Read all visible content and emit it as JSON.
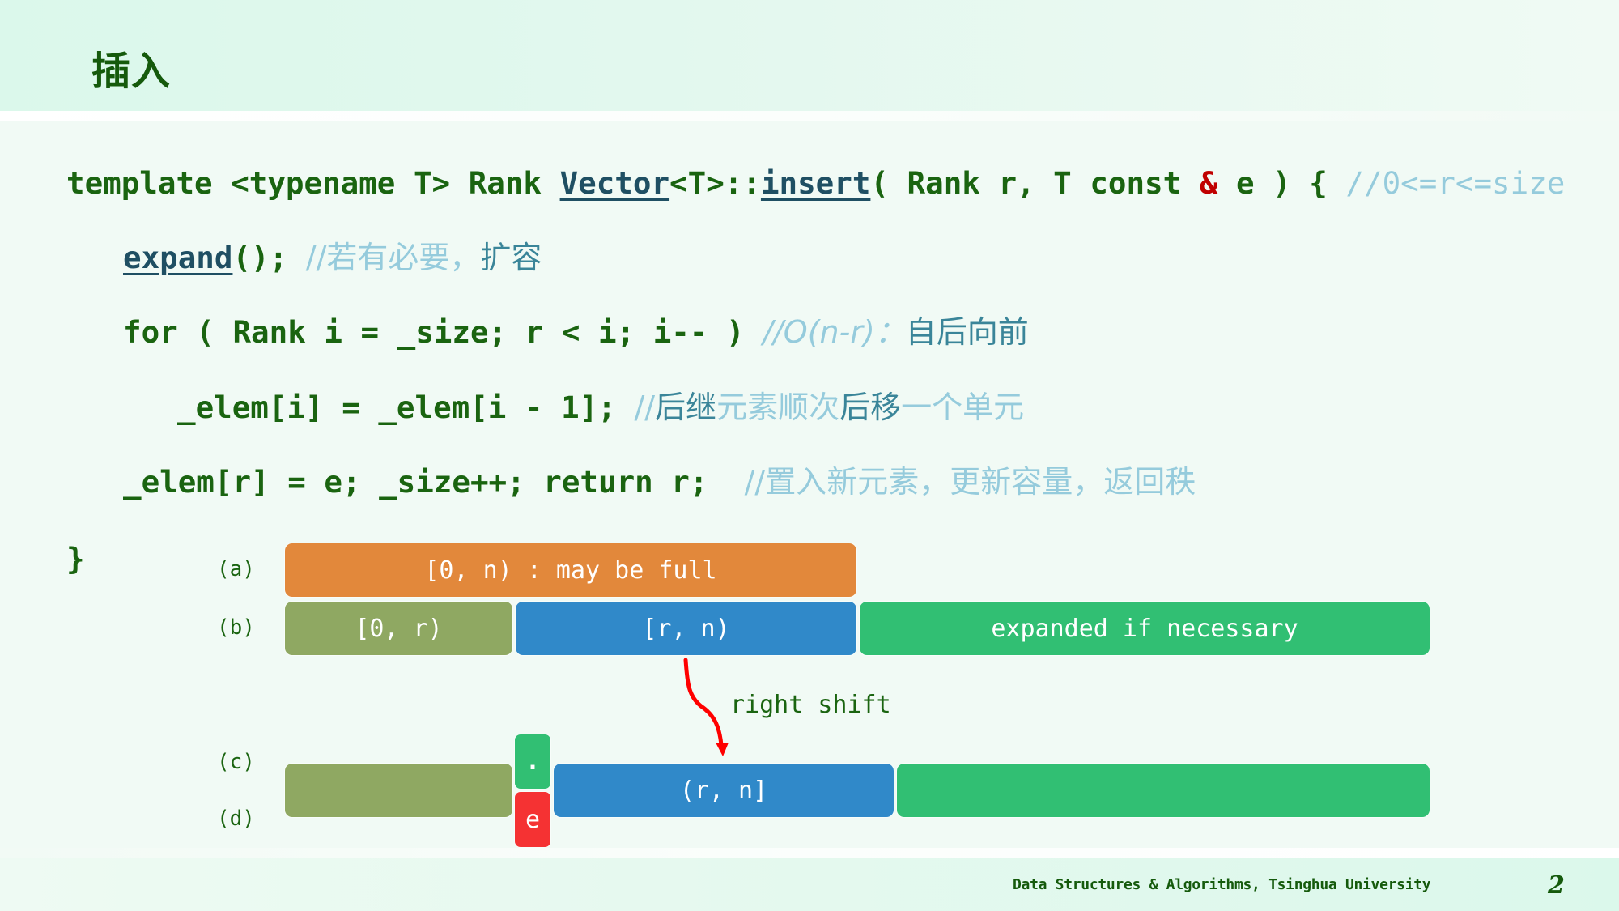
{
  "slide": {
    "title": "插入",
    "footer": "Data Structures & Algorithms, Tsinghua University",
    "page_number": "2"
  },
  "code": {
    "line1": {
      "kw1": "template <typename T> Rank ",
      "cls": "Vector",
      "mid": "<T>::",
      "fn": "insert",
      "args1": "( Rank r, T const ",
      "amp": "&",
      "args2": " e ) { ",
      "comment": "//0<=r<=size"
    },
    "line2": {
      "fn": "expand",
      "rest": "(); ",
      "comment_light": "//若有必要，",
      "comment_dark": "扩容"
    },
    "line3": {
      "code": "for ( Rank i = _size; r < i; i-- ) ",
      "comment_light": "//O(n-r)：",
      "comment_dark": "自后向前"
    },
    "line4": {
      "code": "_elem[i] = _elem[i - 1]; ",
      "comment_slashes": "//",
      "comment_dark1": "后继",
      "comment_light1": "元素顺次",
      "comment_dark2": "后移",
      "comment_light2": "一个单元"
    },
    "line5": {
      "code": "_elem[r] = e; _size++; return r;  ",
      "comment": "//置入新元素，更新容量，返回秩"
    },
    "closing_brace": "}"
  },
  "diagram": {
    "labels": [
      "(a)",
      "(b)",
      "(c)",
      "(d)"
    ],
    "row_a": {
      "whole": "[0, n) : may be full"
    },
    "row_b": {
      "prefix": "[0, r)",
      "suffix": "[r, n)",
      "extra": "expanded if necessary"
    },
    "arrow_label": "right shift",
    "row_cd": {
      "slot_empty": ".",
      "slot_new": "e",
      "shifted": "(r, n]",
      "prefix": "",
      "extra": ""
    },
    "colors": {
      "orange": "#e2883b",
      "olive": "#8fa862",
      "blue": "#3089c9",
      "green": "#31bf73",
      "red": "#f53233",
      "arrow": "#ff0000"
    }
  }
}
